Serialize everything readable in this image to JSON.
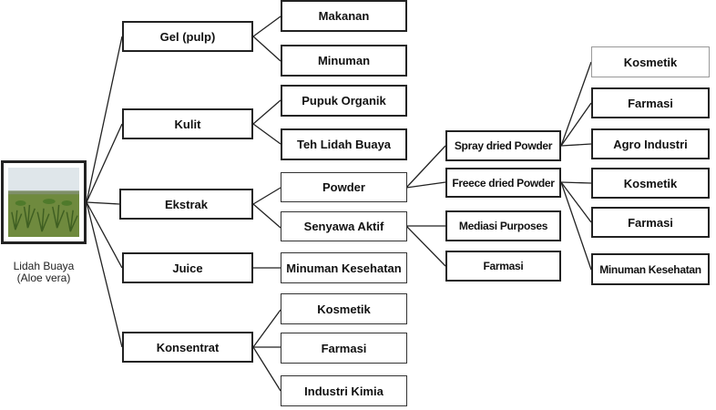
{
  "root": {
    "label_line1": "Lidah Buaya",
    "label_line2": "(Aloe vera)"
  },
  "level1": {
    "gel": "Gel (pulp)",
    "kulit": "Kulit",
    "ekstrak": "Ekstrak",
    "juice": "Juice",
    "konsentrat": "Konsentrat"
  },
  "level2": {
    "makanan": "Makanan",
    "minuman": "Minuman",
    "pupuk_organik": "Pupuk Organik",
    "teh_lidah_buaya": "Teh Lidah Buaya",
    "powder": "Powder",
    "senyawa_aktif": "Senyawa Aktif",
    "minuman_kesehatan": "Minuman Kesehatan",
    "kosmetik": "Kosmetik",
    "farmasi": "Farmasi",
    "industri_kimia": "Industri Kimia"
  },
  "level3": {
    "spray_dried_powder": "Spray dried Powder",
    "freece_dried_powder": "Freece dried Powder",
    "mediasi_purposes": "Mediasi Purposes",
    "farmasi": "Farmasi"
  },
  "level4": {
    "spray_kosmetik": "Kosmetik",
    "spray_farmasi": "Farmasi",
    "spray_agro_industri": "Agro Industri",
    "freece_kosmetik": "Kosmetik",
    "freece_farmasi": "Farmasi",
    "freece_minuman_kesehatan": "Minuman Kesehatan"
  }
}
